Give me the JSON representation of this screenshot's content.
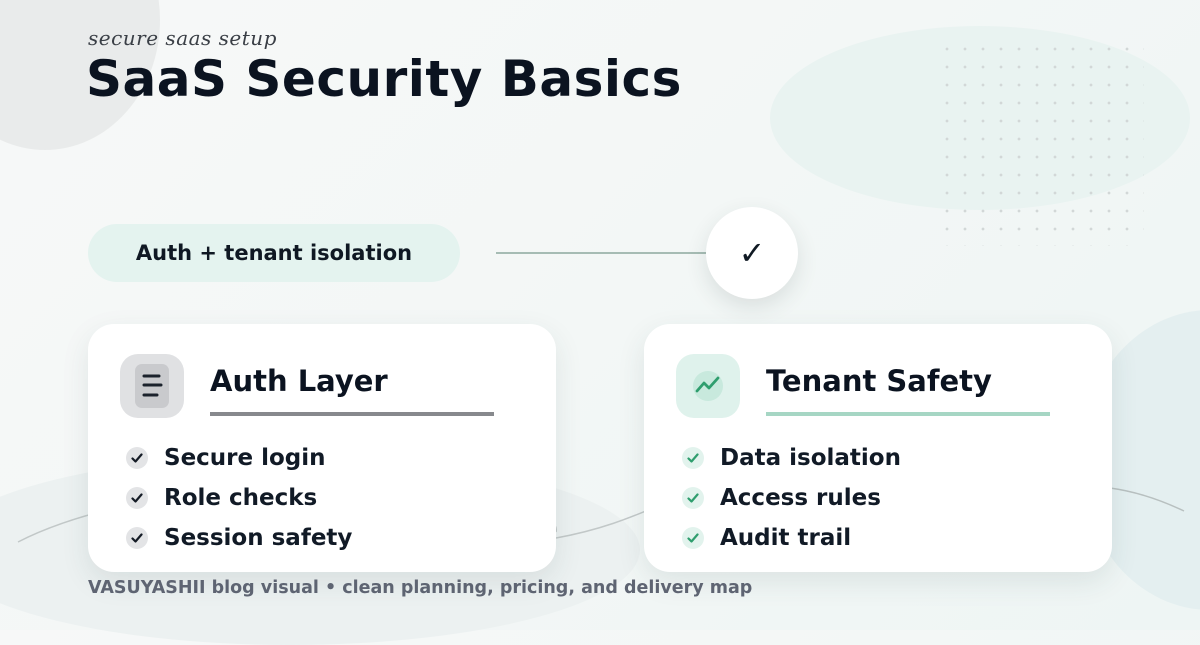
{
  "header": {
    "eyebrow": "secure saas setup",
    "title": "SaaS Security Basics"
  },
  "flow": {
    "pill_label": "Auth + tenant isolation",
    "status_glyph": "✓"
  },
  "cards": [
    {
      "title": "Auth Layer",
      "icon": "document-lines-icon",
      "accent": "#87898d",
      "items": [
        {
          "label": "Secure login"
        },
        {
          "label": "Role checks"
        },
        {
          "label": "Session safety"
        }
      ]
    },
    {
      "title": "Tenant Safety",
      "icon": "trend-up-icon",
      "accent": "#2f9e6e",
      "items": [
        {
          "label": "Data isolation"
        },
        {
          "label": "Access rules"
        },
        {
          "label": "Audit trail"
        }
      ]
    }
  ],
  "footer": {
    "text": "VASUYASHII blog visual • clean planning, pricing, and delivery map"
  },
  "colors": {
    "title": "#0b1320",
    "pill_bg": "#e4f3ef",
    "green_accent": "#2f9e6e",
    "gray_accent": "#87898d",
    "footer_text": "#5e6472"
  }
}
